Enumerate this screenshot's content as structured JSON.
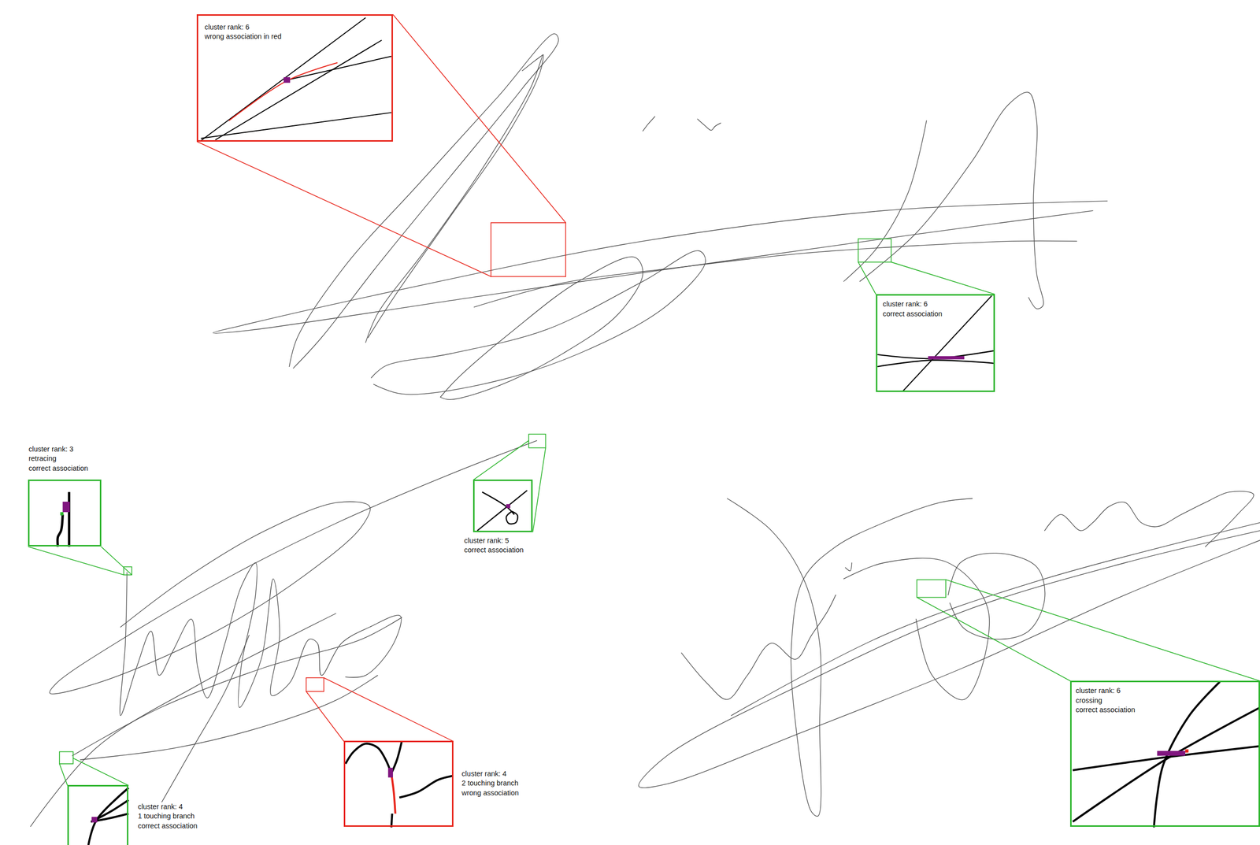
{
  "diagram": {
    "nodes": [
      {
        "text": [
          "cluster rank: 6",
          "wrong association in red"
        ]
      },
      {
        "text": [
          "cluster rank: 6",
          "correct association"
        ]
      },
      {
        "text": [
          "cluster rank: 3",
          "retracing",
          "correct association"
        ]
      },
      {
        "text": [
          "cluster rank: 5",
          "correct association"
        ]
      },
      {
        "text": [
          "cluster rank: 6",
          "crossing",
          "correct association"
        ]
      },
      {
        "text": [
          "cluster rank: 4",
          "2 touching branch",
          "wrong association"
        ]
      },
      {
        "text": [
          "cluster rank: 4",
          "1 touching branch",
          "correct association"
        ]
      }
    ]
  }
}
